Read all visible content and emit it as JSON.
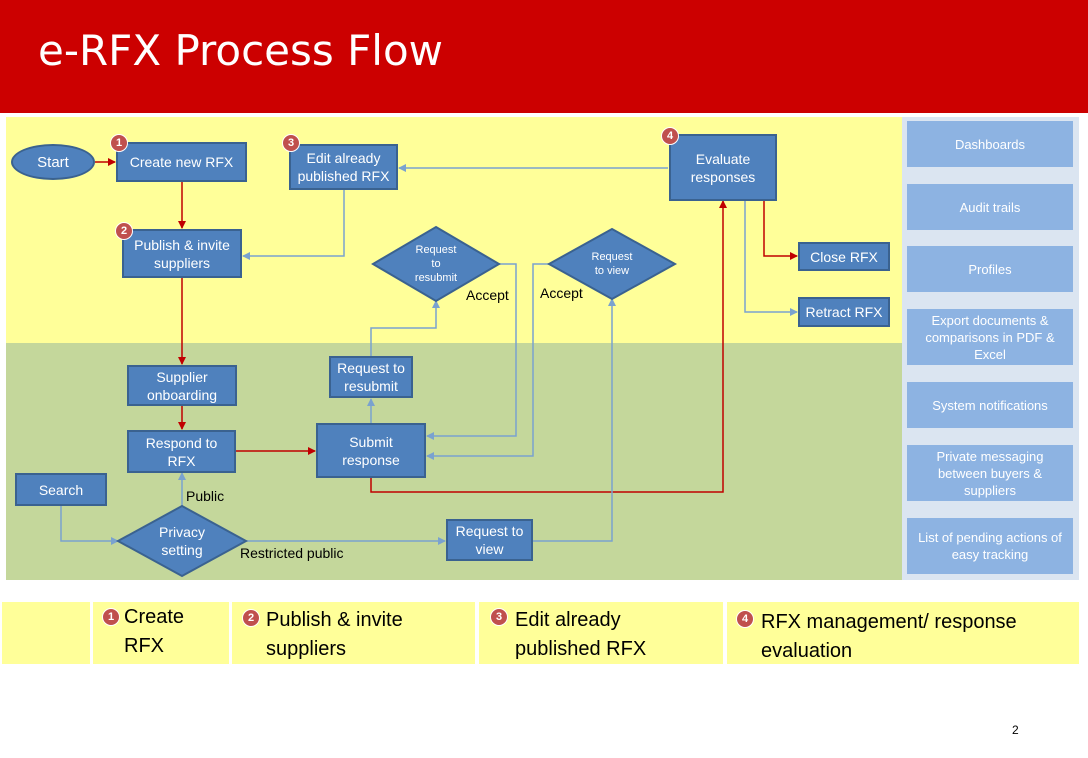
{
  "title": "e-RFX Process Flow",
  "colors": {
    "header": "#cc0000",
    "yellow_band": "#ffff99",
    "green_band": "#c4d79b",
    "node": "#4f81bd",
    "side_panel": "#8db3e2",
    "badge": "#c0504d",
    "arrow_red": "#c00000",
    "arrow_blue": "#7aa2cf"
  },
  "nodes": {
    "start": "Start",
    "create_rfx": "Create new RFX",
    "edit_rfx": "Edit  already\npublished RFX",
    "evaluate": "Evaluate\nresponses",
    "publish": "Publish & invite\nsuppliers",
    "close_rfx": "Close RFX",
    "retract_rfx": "Retract RFX",
    "supplier_onboarding": "Supplier\nonboarding",
    "respond": "Respond to\nRFX",
    "request_resubmit_box": "Request to\nresubmit",
    "submit": "Submit\nresponse",
    "search": "Search",
    "request_view_box": "Request to\nview",
    "diamond_resubmit": "Request\nto\nresubmit",
    "diamond_view": "Request\nto view",
    "privacy": "Privacy\nsetting"
  },
  "edge_labels": {
    "accept_1": "Accept",
    "accept_2": "Accept",
    "public": "Public",
    "restricted": "Restricted public"
  },
  "badges": [
    "1",
    "2",
    "3",
    "4"
  ],
  "side_panel": [
    "Dashboards",
    "Audit trails",
    "Profiles",
    "Export documents &\ncomparisons in PDF &\nExcel",
    "System notifications",
    "Private messaging\nbetween buyers &\nsuppliers",
    "List of pending actions of\neasy tracking"
  ],
  "legend": [
    {
      "num": "1",
      "text": "Create\nRFX"
    },
    {
      "num": "2",
      "text": "Publish & invite\n  suppliers"
    },
    {
      "num": "3",
      "text": "Edit already\npublished RFX"
    },
    {
      "num": "4",
      "text": "RFX management/ response\n evaluation"
    }
  ],
  "page_number": "2"
}
